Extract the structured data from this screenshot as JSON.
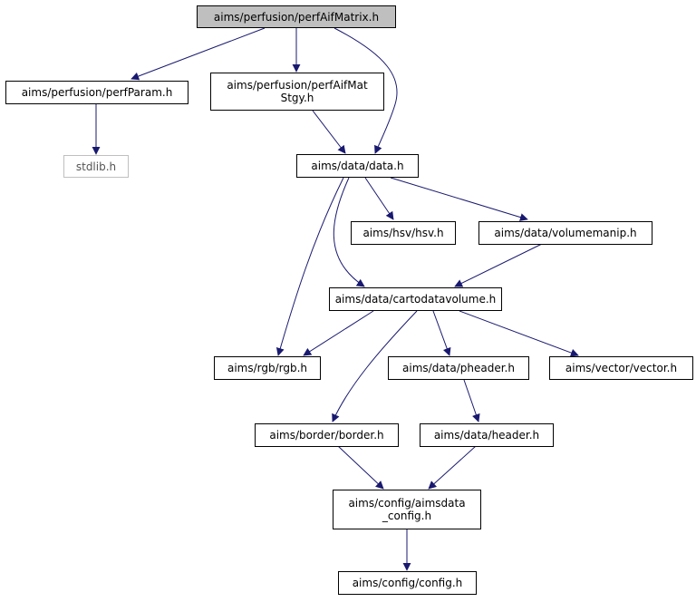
{
  "colors": {
    "edge": "#191970",
    "root_fill": "#bfbfbf",
    "node_border": "#000000",
    "external_border": "#bfbfbf"
  },
  "nodes": {
    "perfAifMatrix": "aims/perfusion/perfAifMatrix.h",
    "perfParam": "aims/perfusion/perfParam.h",
    "perfAifMatStgy": "aims/perfusion/perfAifMat\nStgy.h",
    "stdlib": "stdlib.h",
    "data": "aims/data/data.h",
    "hsv": "aims/hsv/hsv.h",
    "volumemanip": "aims/data/volumemanip.h",
    "cartodatavolume": "aims/data/cartodatavolume.h",
    "rgb": "aims/rgb/rgb.h",
    "pheader": "aims/data/pheader.h",
    "vector": "aims/vector/vector.h",
    "border": "aims/border/border.h",
    "header": "aims/data/header.h",
    "aimsdata_config": "aims/config/aimsdata\n_config.h",
    "config": "aims/config/config.h"
  }
}
